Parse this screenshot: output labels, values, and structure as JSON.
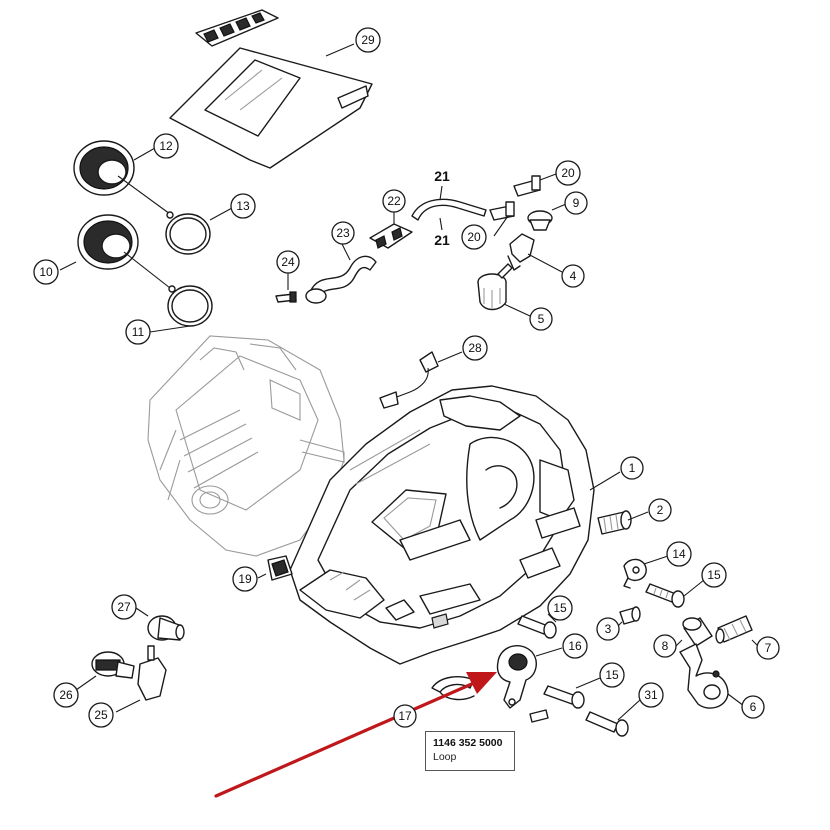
{
  "callouts": {
    "c1": "1",
    "c2": "2",
    "c3": "3",
    "c4": "4",
    "c5": "5",
    "c6": "6",
    "c7": "7",
    "c8": "8",
    "c9": "9",
    "c11": "11",
    "c12": "12",
    "c13": "13",
    "c14": "14",
    "c15a": "15",
    "c15b": "15",
    "c15c": "15",
    "c16": "16",
    "c17": "17",
    "c19": "19",
    "c20a": "20",
    "c20b": "20",
    "c21a": "21",
    "c21b": "21",
    "c22": "22",
    "c23": "23",
    "c24": "24",
    "c25": "25",
    "c26": "26",
    "c27": "27",
    "c28": "28",
    "c29": "29",
    "c31": "31",
    "c10": "10"
  },
  "tooltip": {
    "part_number": "1146 352 5000",
    "description": "Loop"
  },
  "colors": {
    "arrow": "#c0171b",
    "line": "#1a1a1a"
  }
}
